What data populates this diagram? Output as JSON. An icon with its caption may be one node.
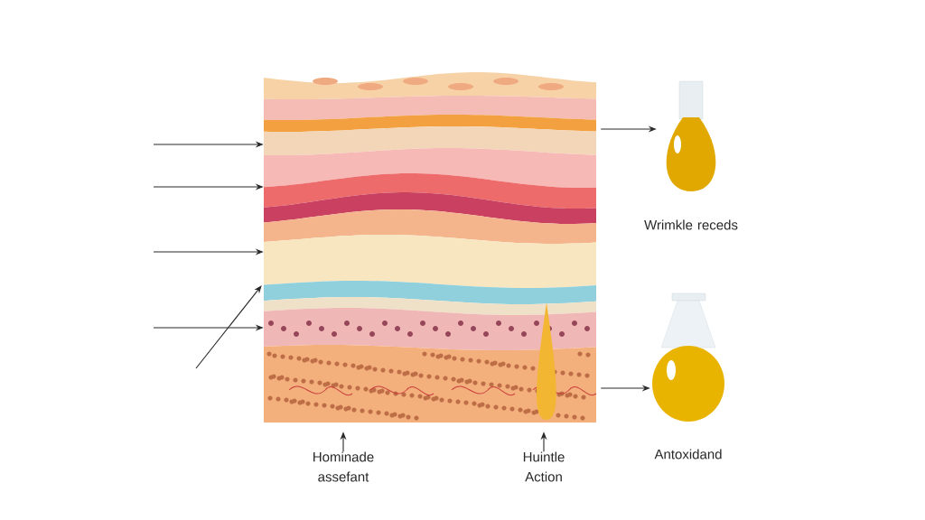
{
  "diagram": {
    "nodes": [
      {
        "text": [],
        "shape": "picture"
      },
      {
        "text": [
          "Hominade assefant"
        ]
      },
      {
        "text": [
          "Huintle Action"
        ]
      },
      {
        "text": [],
        "shape": "picture",
        "beside": [
          "Wrimkle receds"
        ]
      },
      {
        "text": [],
        "shape": "picture",
        "beside": [
          "Antoxidand"
        ]
      }
    ],
    "edges": [
      {
        "from": null,
        "to": 0,
        "arrow": "to"
      },
      {
        "from": null,
        "to": 0,
        "arrow": "to"
      },
      {
        "from": null,
        "to": 0,
        "arrow": "to"
      },
      {
        "from": null,
        "to": 0,
        "arrow": "to"
      },
      {
        "from": null,
        "to": 0,
        "arrow": "to"
      },
      {
        "from": 1,
        "to": 0,
        "arrow": "to"
      },
      {
        "from": 2,
        "to": 0,
        "arrow": "to"
      },
      {
        "from": 0,
        "to": 3,
        "arrow": "to"
      },
      {
        "from": 0,
        "to": 4,
        "arrow": "to"
      }
    ]
  }
}
